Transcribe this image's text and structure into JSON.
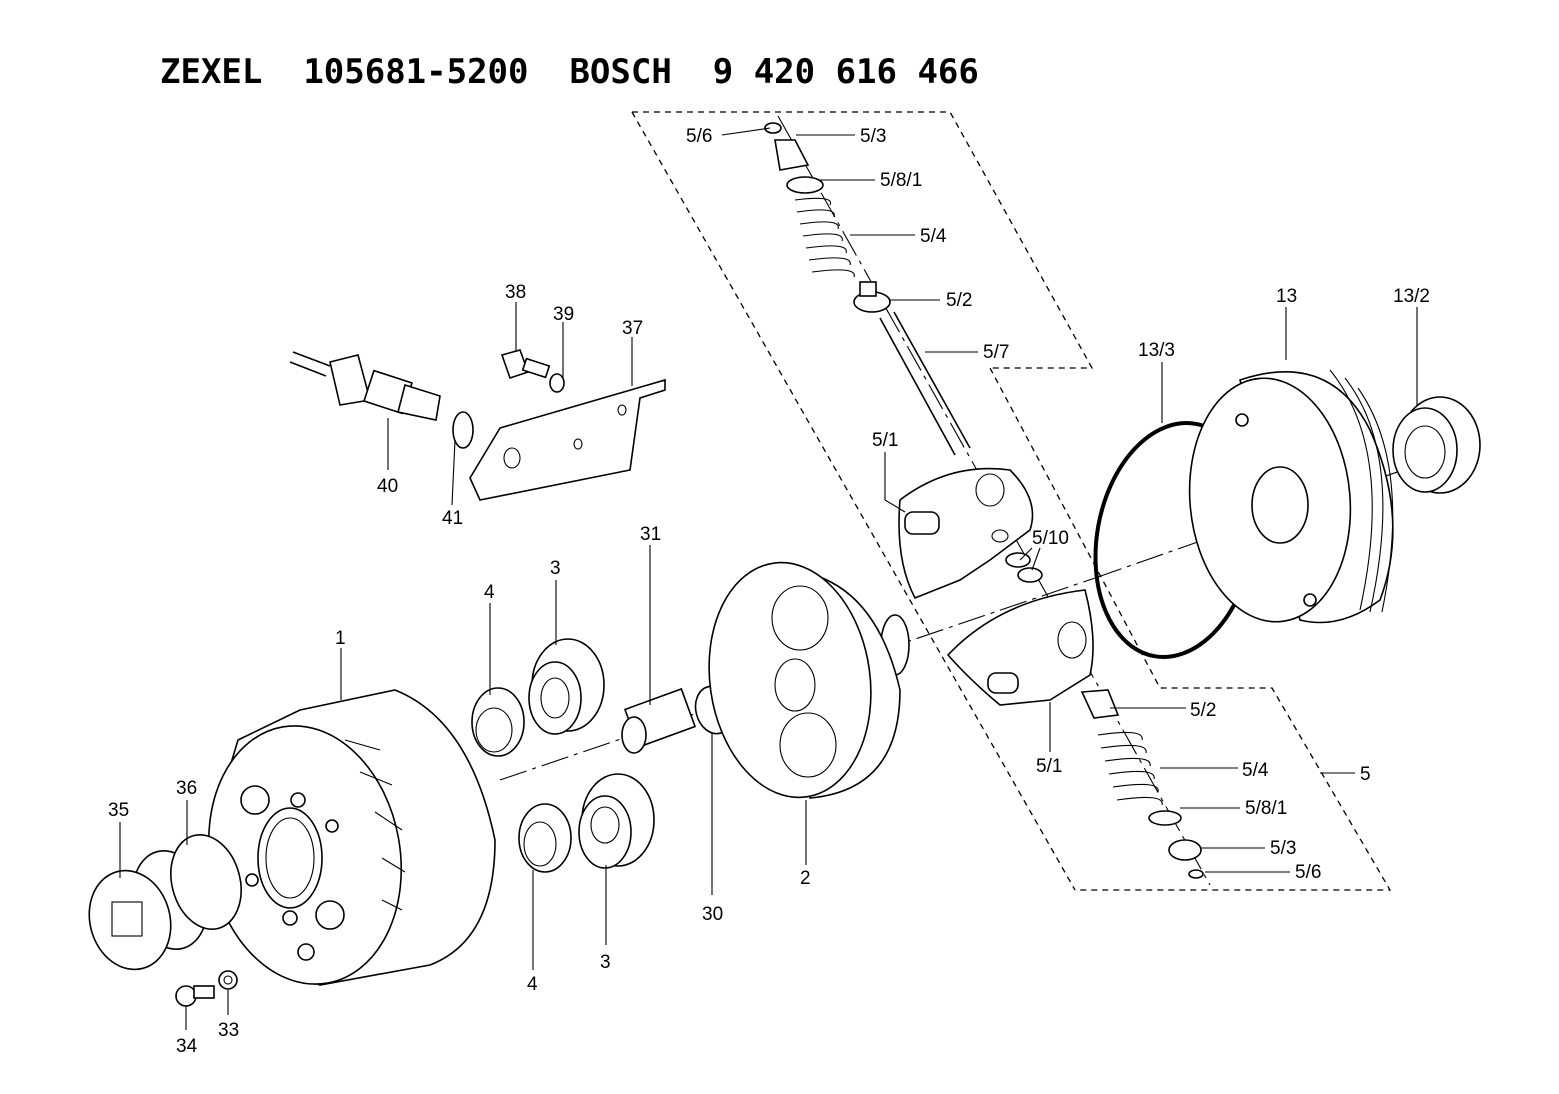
{
  "header": {
    "brand1": "ZEXEL",
    "zexel_part_number": "105681-5200",
    "brand2": "BOSCH",
    "bosch_part_number": "9 420 616 466"
  },
  "callouts": {
    "c1": "1",
    "c2": "2",
    "c3a": "3",
    "c3b": "3",
    "c4a": "4",
    "c4b": "4",
    "c5": "5",
    "c5_1a": "5/1",
    "c5_1b": "5/1",
    "c5_2a": "5/2",
    "c5_2b": "5/2",
    "c5_3a": "5/3",
    "c5_3b": "5/3",
    "c5_4a": "5/4",
    "c5_4b": "5/4",
    "c5_6a": "5/6",
    "c5_6b": "5/6",
    "c5_7": "5/7",
    "c5_8_1a": "5/8/1",
    "c5_8_1b": "5/8/1",
    "c5_10": "5/10",
    "c13": "13",
    "c13_2": "13/2",
    "c13_3": "13/3",
    "c30": "30",
    "c31": "31",
    "c33": "33",
    "c34": "34",
    "c35": "35",
    "c36": "36",
    "c37": "37",
    "c38": "38",
    "c39": "39",
    "c40": "40",
    "c41": "41"
  }
}
